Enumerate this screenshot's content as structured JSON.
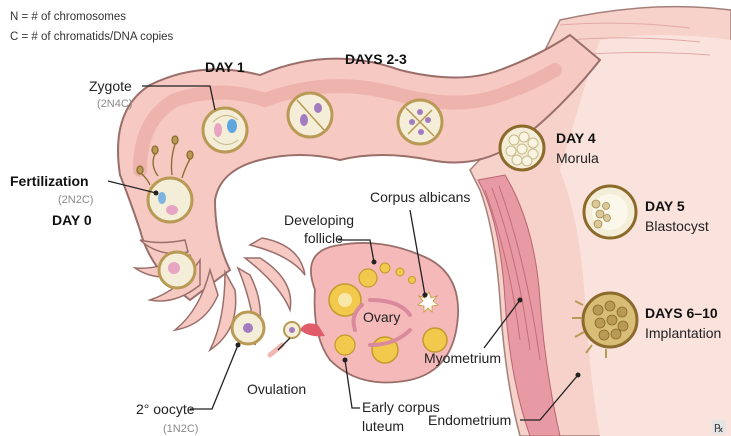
{
  "legend": {
    "n_line": "N = # of chromosomes",
    "c_line": "C = # of chromatids/DNA copies"
  },
  "stages": {
    "day0": "DAY 0",
    "fertilization": "Fertilization",
    "fertilization_sub": "(2N2C)",
    "day1": "DAY 1",
    "zygote": "Zygote",
    "zygote_sub": "(2N4C)",
    "days23": "DAYS 2-3",
    "day4": "DAY 4",
    "morula": "Morula",
    "day5": "DAY 5",
    "blastocyst": "Blastocyst",
    "days610": "DAYS 6–10",
    "implantation": "Implantation"
  },
  "labels": {
    "corpus_albicans": "Corpus albicans",
    "developing_follicle_1": "Developing",
    "developing_follicle_2": "follicle",
    "ovary": "Ovary",
    "ovulation": "Ovulation",
    "secondary_oocyte": "2° oocyte",
    "secondary_oocyte_sub": "(1N2C)",
    "early_corpus_luteum_1": "Early corpus",
    "early_corpus_luteum_2": "luteum",
    "myometrium": "Myometrium",
    "endometrium": "Endometrium"
  },
  "badge": "℞",
  "colors": {
    "tube_fill": "#f6c9c3",
    "tube_stroke": "#9a6f6a",
    "uterus_fill": "#f7d2cb",
    "myometrium": "#e79aa3",
    "cell_ring": "#b99a55",
    "cell_fill": "#f4eed8",
    "ovary_fill": "#f5b9ba",
    "follicle": "#f2c94c",
    "nucleus": "#a37bbf"
  }
}
